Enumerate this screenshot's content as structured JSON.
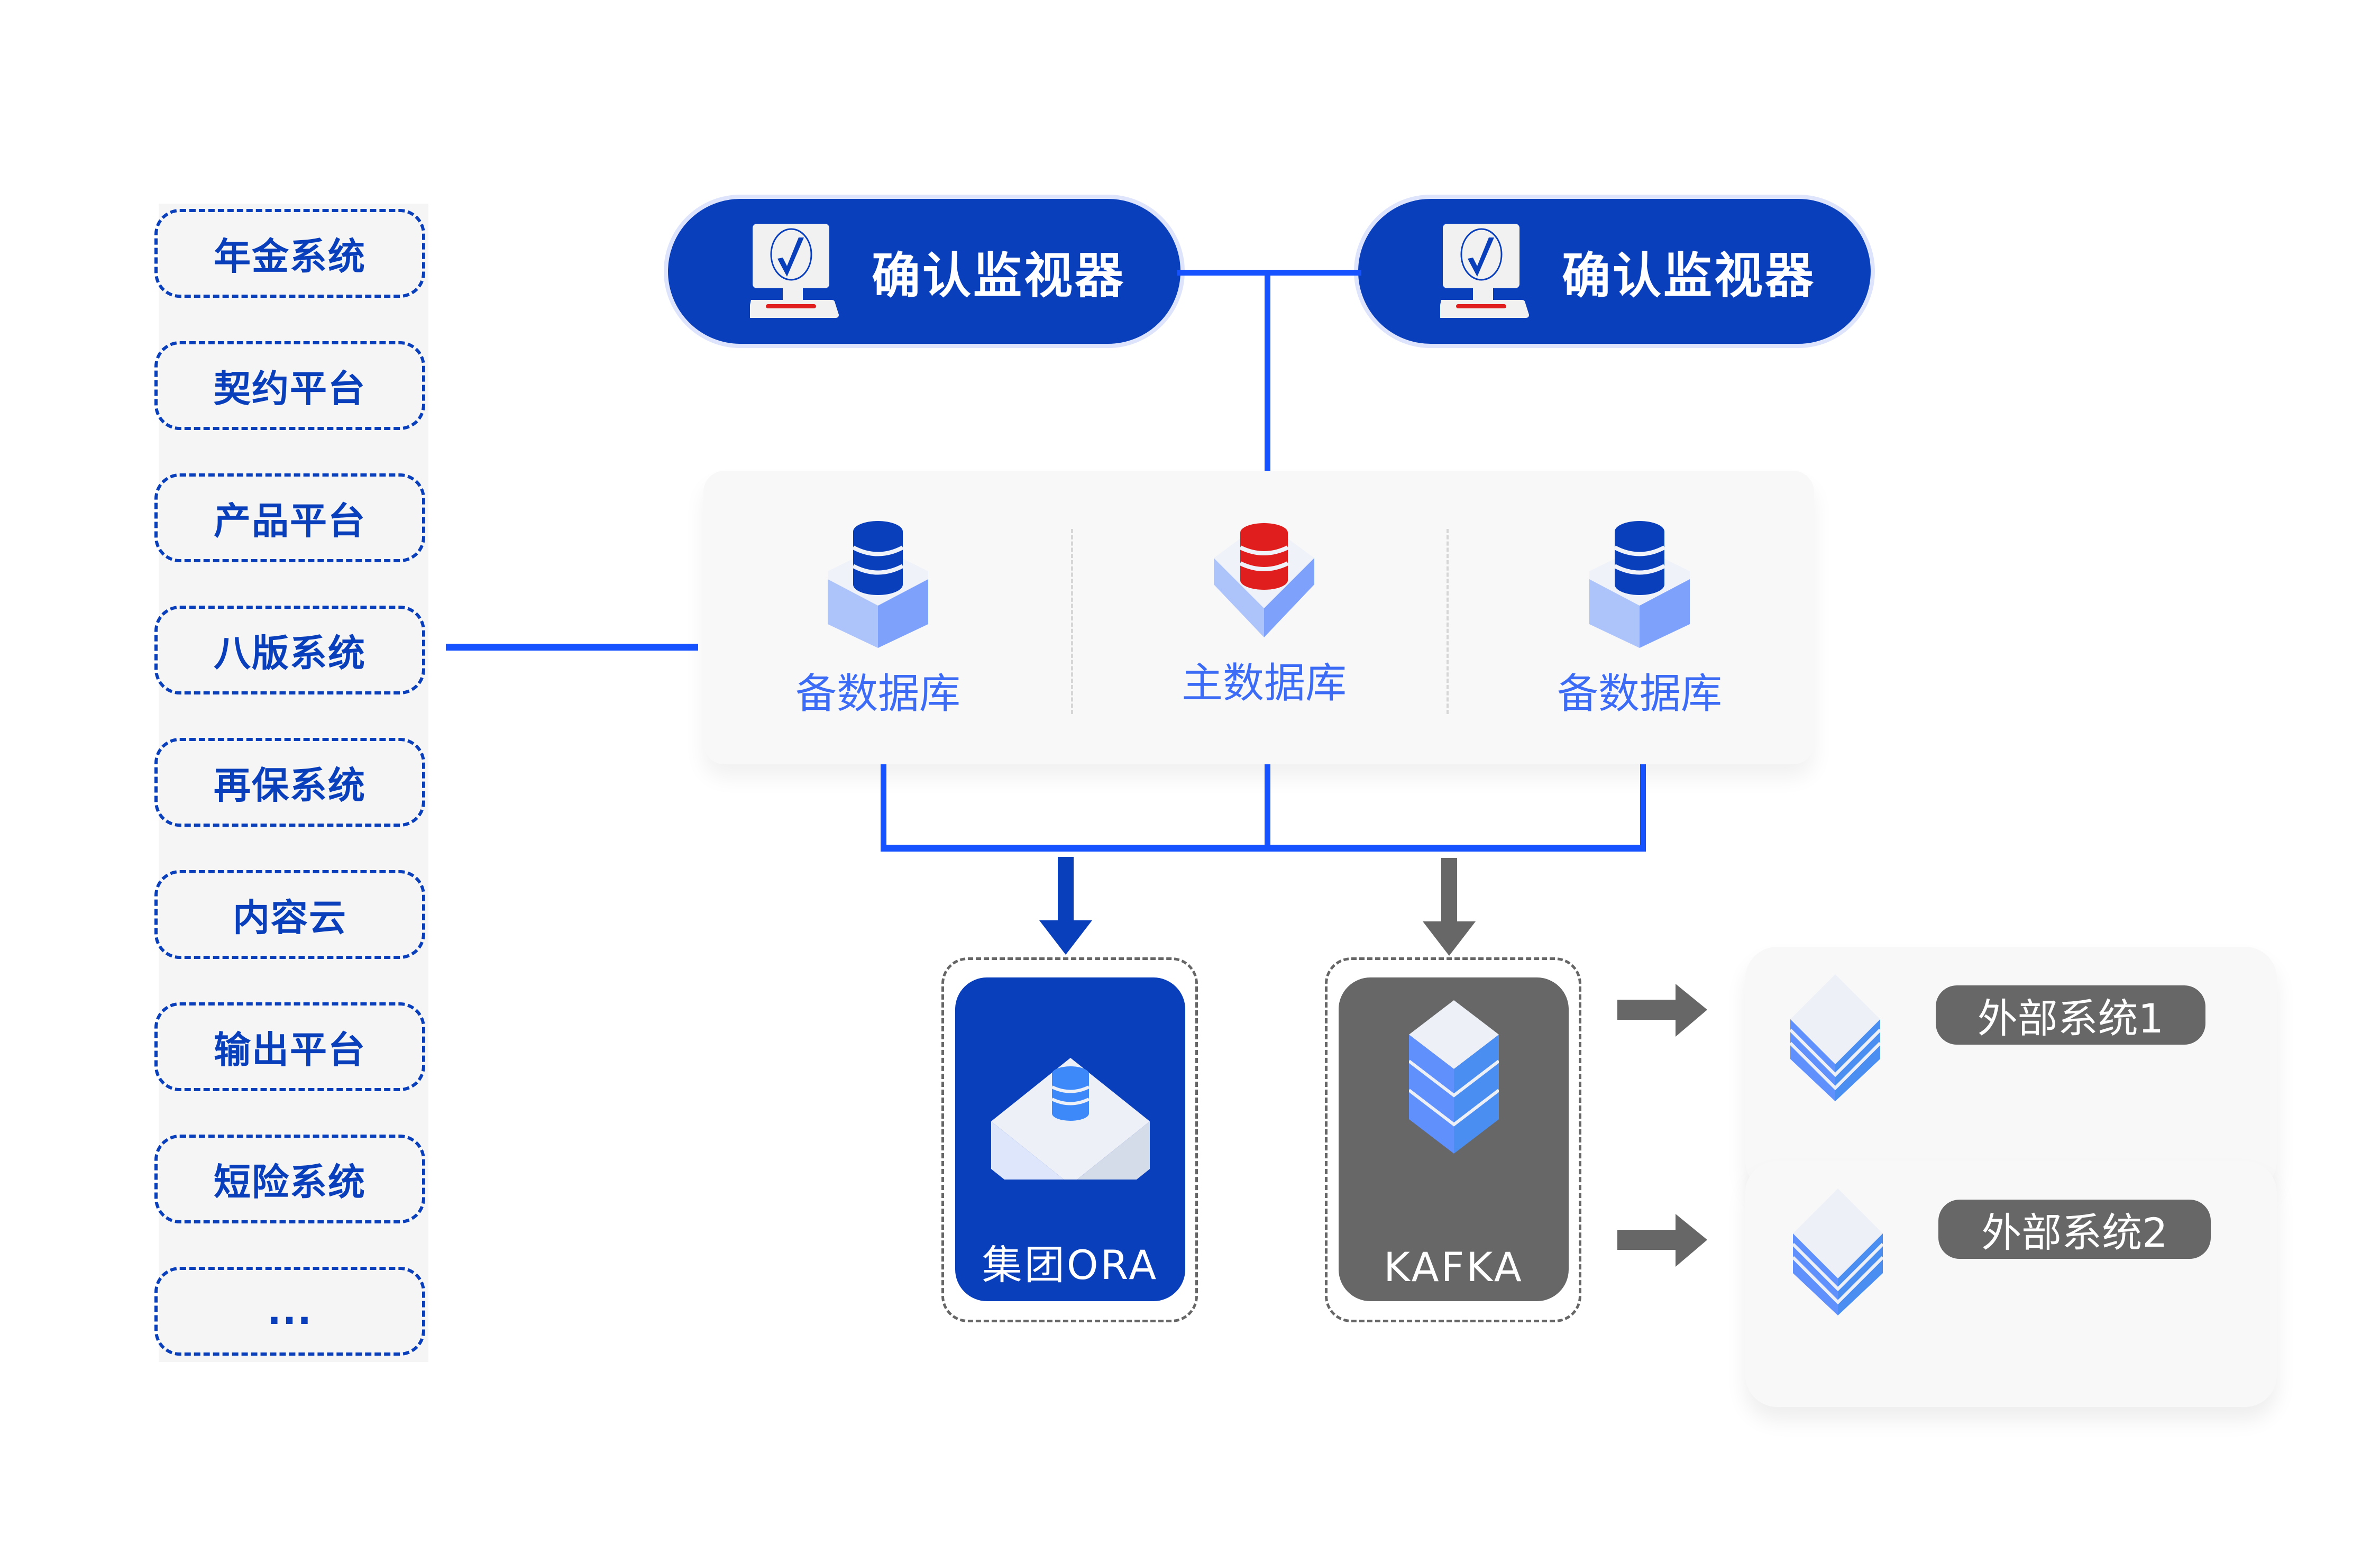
{
  "source_systems": [
    {
      "label": "年金系统"
    },
    {
      "label": "契约平台"
    },
    {
      "label": "产品平台"
    },
    {
      "label": "八版系统"
    },
    {
      "label": "再保系统"
    },
    {
      "label": "内容云"
    },
    {
      "label": "输出平台"
    },
    {
      "label": "短险系统"
    },
    {
      "label": "..."
    }
  ],
  "monitors": [
    {
      "label": "确认监视器",
      "icon": "monitor-check-icon"
    },
    {
      "label": "确认监视器",
      "icon": "monitor-check-icon"
    }
  ],
  "databases": [
    {
      "label": "备数据库",
      "role": "standby",
      "color": "#0a3fbb"
    },
    {
      "label": "主数据库",
      "role": "primary",
      "color": "#e01e1e"
    },
    {
      "label": "备数据库",
      "role": "standby",
      "color": "#0a3fbb"
    }
  ],
  "targets": {
    "ora": {
      "label": "集团ORA",
      "color": "#0a3fbb"
    },
    "kafka": {
      "label": "KAFKA",
      "color": "#676767"
    }
  },
  "external_systems": [
    {
      "label": "外部系统1"
    },
    {
      "label": "外部系统2"
    }
  ],
  "colors": {
    "primary_blue": "#0a3fbb",
    "line_blue": "#1652ff",
    "accent_red": "#e01e1e",
    "gray": "#676767",
    "light_blue": "#3c6cf5"
  }
}
